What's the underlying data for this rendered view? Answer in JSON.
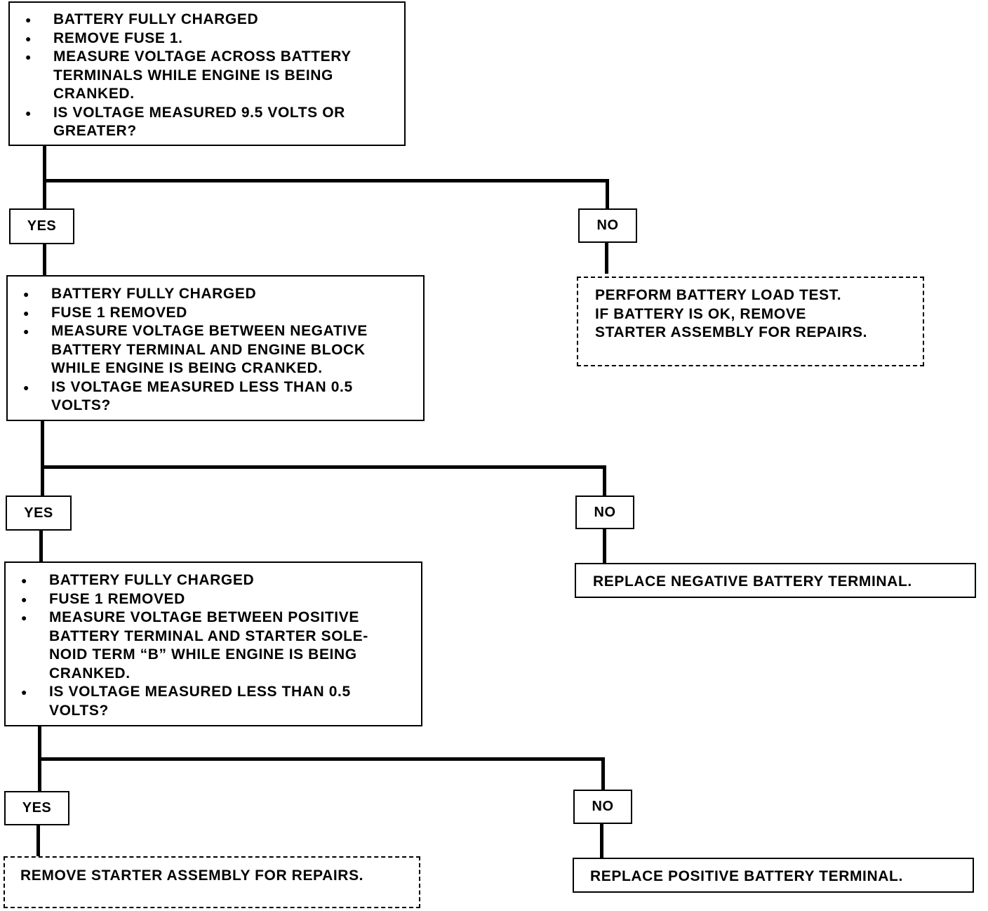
{
  "steps": [
    {
      "bullets": [
        "BATTERY FULLY CHARGED",
        "REMOVE FUSE 1.",
        "MEASURE VOLTAGE ACROSS BATTERY\nTERMINALS WHILE ENGINE IS BEING\nCRANKED.",
        "IS VOLTAGE MEASURED 9.5 VOLTS OR\nGREATER?"
      ],
      "yes_label": "YES",
      "no_label": "NO",
      "no_action": [
        "PERFORM  BATTERY LOAD TEST.",
        "IF BATTERY IS OK, REMOVE",
        "STARTER ASSEMBLY FOR REPAIRS."
      ]
    },
    {
      "bullets": [
        "BATTERY FULLY CHARGED",
        "FUSE 1 REMOVED",
        "MEASURE VOLTAGE BETWEEN NEGATIVE\nBATTERY TERMINAL AND ENGINE BLOCK\nWHILE ENGINE IS BEING CRANKED.",
        "IS VOLTAGE MEASURED LESS THAN 0.5\nVOLTS?"
      ],
      "yes_label": "YES",
      "no_label": "NO",
      "no_action": [
        "REPLACE NEGATIVE BATTERY TERMINAL."
      ]
    },
    {
      "bullets": [
        "BATTERY FULLY CHARGED",
        "FUSE 1 REMOVED",
        "MEASURE VOLTAGE BETWEEN POSITIVE\nBATTERY TERMINAL AND STARTER SOLE-\nNOID TERM “B” WHILE ENGINE IS BEING\nCRANKED.",
        "IS VOLTAGE MEASURED LESS THAN 0.5\nVOLTS?"
      ],
      "yes_label": "YES",
      "no_label": "NO",
      "yes_action": [
        "REMOVE STARTER ASSEMBLY FOR REPAIRS."
      ],
      "no_action": [
        "REPLACE POSITIVE BATTERY TERMINAL."
      ]
    }
  ]
}
